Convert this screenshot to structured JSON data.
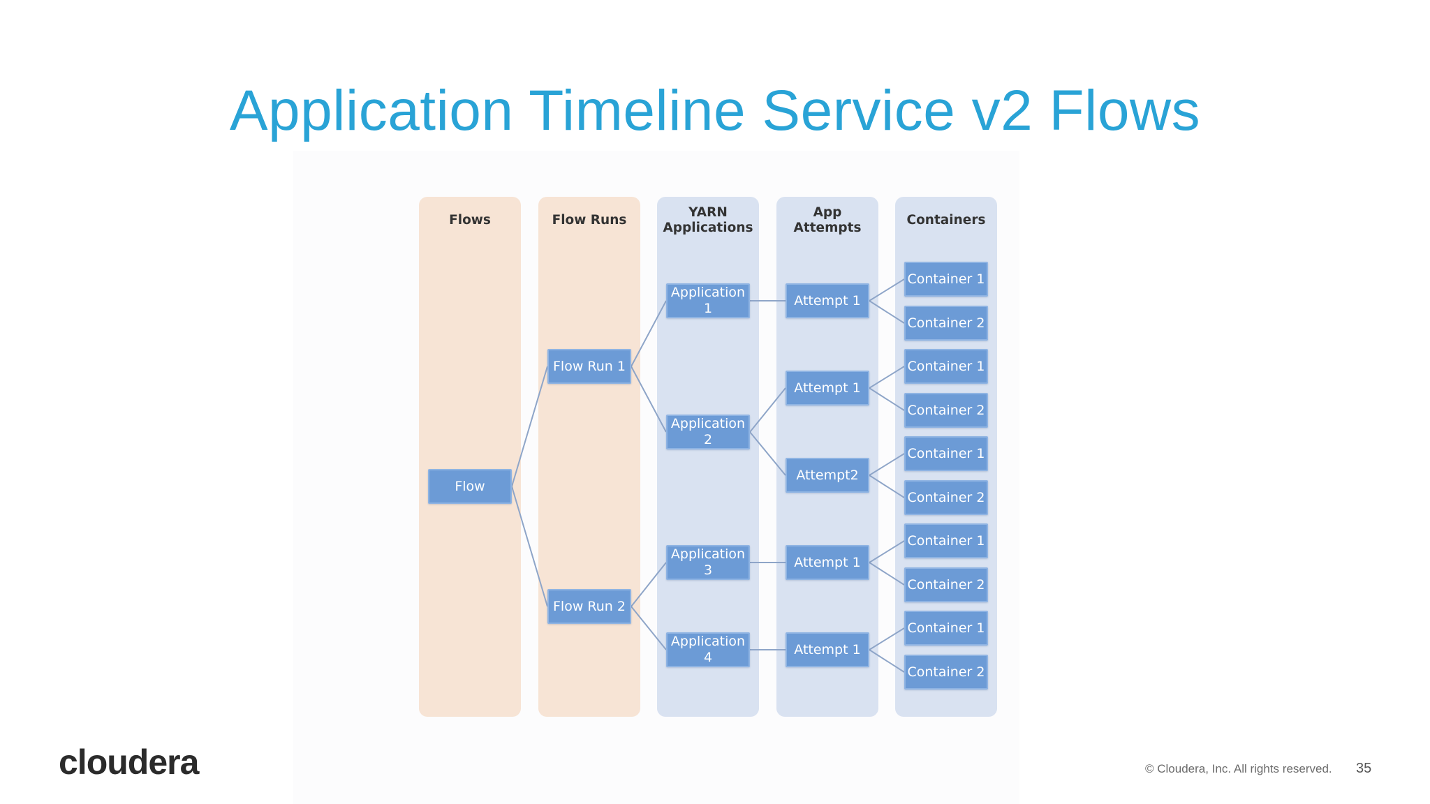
{
  "slide": {
    "title": "Application Timeline Service v2 Flows",
    "logo": "cloudera",
    "copyright": "© Cloudera, Inc. All rights reserved.",
    "page_number": "35"
  },
  "diagram": {
    "columns": [
      {
        "id": "flows",
        "header": "Flows",
        "color": "#f7e4d5"
      },
      {
        "id": "flow-runs",
        "header": "Flow Runs",
        "color": "#f7e4d5"
      },
      {
        "id": "yarn-apps",
        "header": "YARN\nApplications",
        "color": "#d9e2f1"
      },
      {
        "id": "app-attempts",
        "header": "App\nAttempts",
        "color": "#d9e2f1"
      },
      {
        "id": "containers",
        "header": "Containers",
        "color": "#d9e2f1"
      }
    ],
    "nodes": {
      "flow": "Flow",
      "flow_run_1": "Flow Run 1",
      "flow_run_2": "Flow Run 2",
      "application_1": "Application\n1",
      "application_2": "Application\n2",
      "application_3": "Application\n3",
      "application_4": "Application\n4",
      "attempt_a1": "Attempt 1",
      "attempt_a2_1": "Attempt 1",
      "attempt_a2_2": "Attempt2",
      "attempt_a3": "Attempt 1",
      "attempt_a4": "Attempt 1",
      "container_1": "Container 1",
      "container_2": "Container 2",
      "container_3": "Container 1",
      "container_4": "Container 2",
      "container_5": "Container 1",
      "container_6": "Container 2",
      "container_7": "Container 1",
      "container_8": "Container 2",
      "container_9": "Container 1",
      "container_10": "Container 2"
    },
    "edges": [
      [
        "flow",
        "flow_run_1"
      ],
      [
        "flow",
        "flow_run_2"
      ],
      [
        "flow_run_1",
        "application_1"
      ],
      [
        "flow_run_1",
        "application_2"
      ],
      [
        "flow_run_2",
        "application_3"
      ],
      [
        "flow_run_2",
        "application_4"
      ],
      [
        "application_1",
        "attempt_a1"
      ],
      [
        "application_2",
        "attempt_a2_1"
      ],
      [
        "application_2",
        "attempt_a2_2"
      ],
      [
        "application_3",
        "attempt_a3"
      ],
      [
        "application_4",
        "attempt_a4"
      ],
      [
        "attempt_a1",
        "container_1"
      ],
      [
        "attempt_a1",
        "container_2"
      ],
      [
        "attempt_a2_1",
        "container_3"
      ],
      [
        "attempt_a2_1",
        "container_4"
      ],
      [
        "attempt_a2_2",
        "container_5"
      ],
      [
        "attempt_a2_2",
        "container_6"
      ],
      [
        "attempt_a3",
        "container_7"
      ],
      [
        "attempt_a3",
        "container_8"
      ],
      [
        "attempt_a4",
        "container_9"
      ],
      [
        "attempt_a4",
        "container_10"
      ]
    ],
    "colors": {
      "title": "#29a3d6",
      "node_fill": "#6c9bd6",
      "connector": "#8ea5c8",
      "peach_column": "#f7e4d5",
      "blue_column": "#d9e2f1"
    }
  }
}
